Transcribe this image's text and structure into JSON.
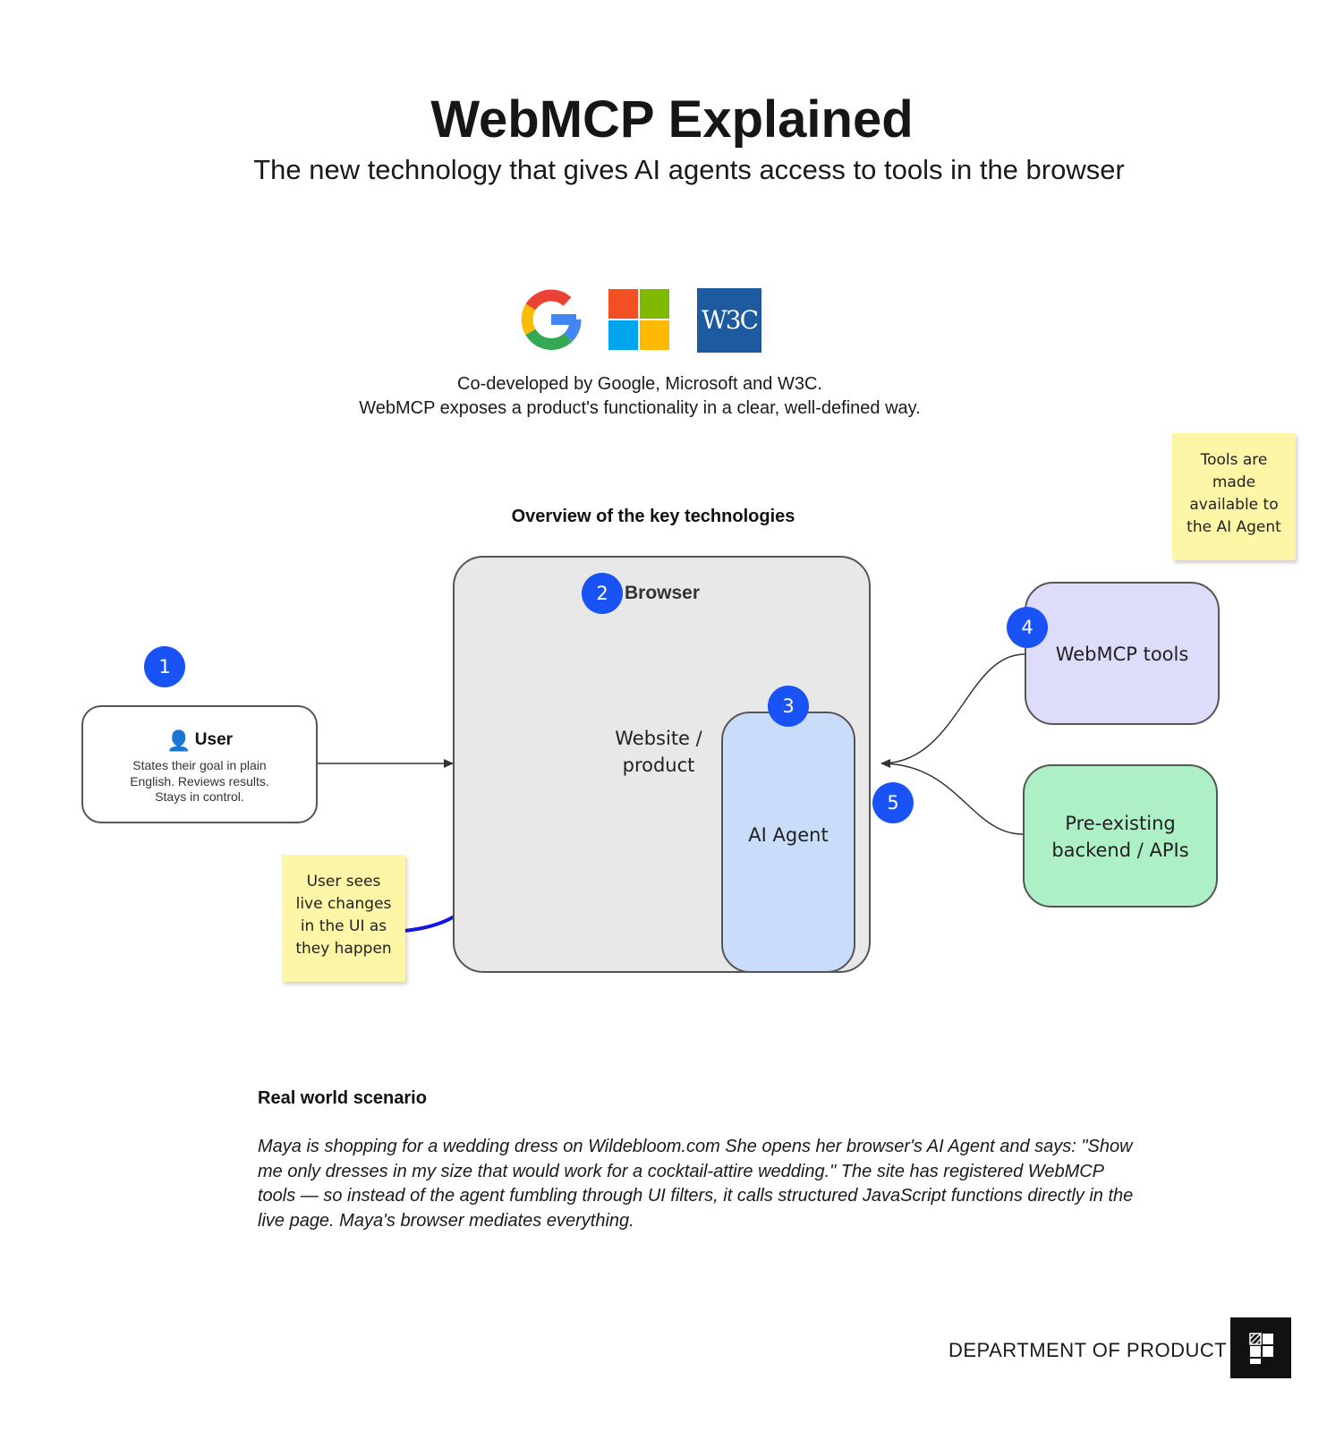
{
  "header": {
    "title": "WebMCP Explained",
    "subtitle": "The new technology that gives AI agents access to tools in the browser"
  },
  "logos": [
    {
      "name": "Google",
      "icon": "google-logo"
    },
    {
      "name": "Microsoft",
      "icon": "microsoft-logo"
    },
    {
      "name": "W3C",
      "icon": "w3c-logo",
      "text": "W3C"
    }
  ],
  "codev": {
    "line1": "Co-developed by Google, Microsoft and W3C.",
    "line2": "WebMCP exposes a product's functionality in a clear, well-defined way."
  },
  "diagram": {
    "heading": "Overview of the key technologies",
    "user": {
      "badge": "1",
      "title": "User",
      "desc": "States their goal in plain English. Reviews results. Stays in control."
    },
    "browser": {
      "badge": "2",
      "title": "Browser",
      "website_label": "Website / product"
    },
    "agent": {
      "badge": "3",
      "label": "AI Agent"
    },
    "tools": {
      "badge": "4",
      "label": "WebMCP tools"
    },
    "connection": {
      "badge": "5"
    },
    "backend": {
      "label": "Pre-existing backend / APIs"
    },
    "notes": {
      "tools_note": "Tools are made available to the AI Agent",
      "ui_note": "User sees live changes in the UI as they happen"
    },
    "colors": {
      "badge": "#1a53f5",
      "browser_fill": "#e8e8e8",
      "agent_fill": "#c9dcfa",
      "tools_fill": "#dedcfb",
      "backend_fill": "#aef0c6",
      "sticky": "#fdf6a6"
    }
  },
  "scenario": {
    "title": "Real world scenario",
    "body": "Maya is shopping for a wedding dress on Wildebloom.com She opens her browser's AI Agent and says: \"Show me only dresses in my size that would work for a cocktail-attire wedding.\" The site has registered WebMCP tools — so instead of the agent fumbling through UI filters, it calls structured JavaScript functions directly in the live page. Maya's browser mediates everything."
  },
  "footer": {
    "label": "DEPARTMENT OF PRODUCT",
    "icon": "department-of-product-logo"
  }
}
